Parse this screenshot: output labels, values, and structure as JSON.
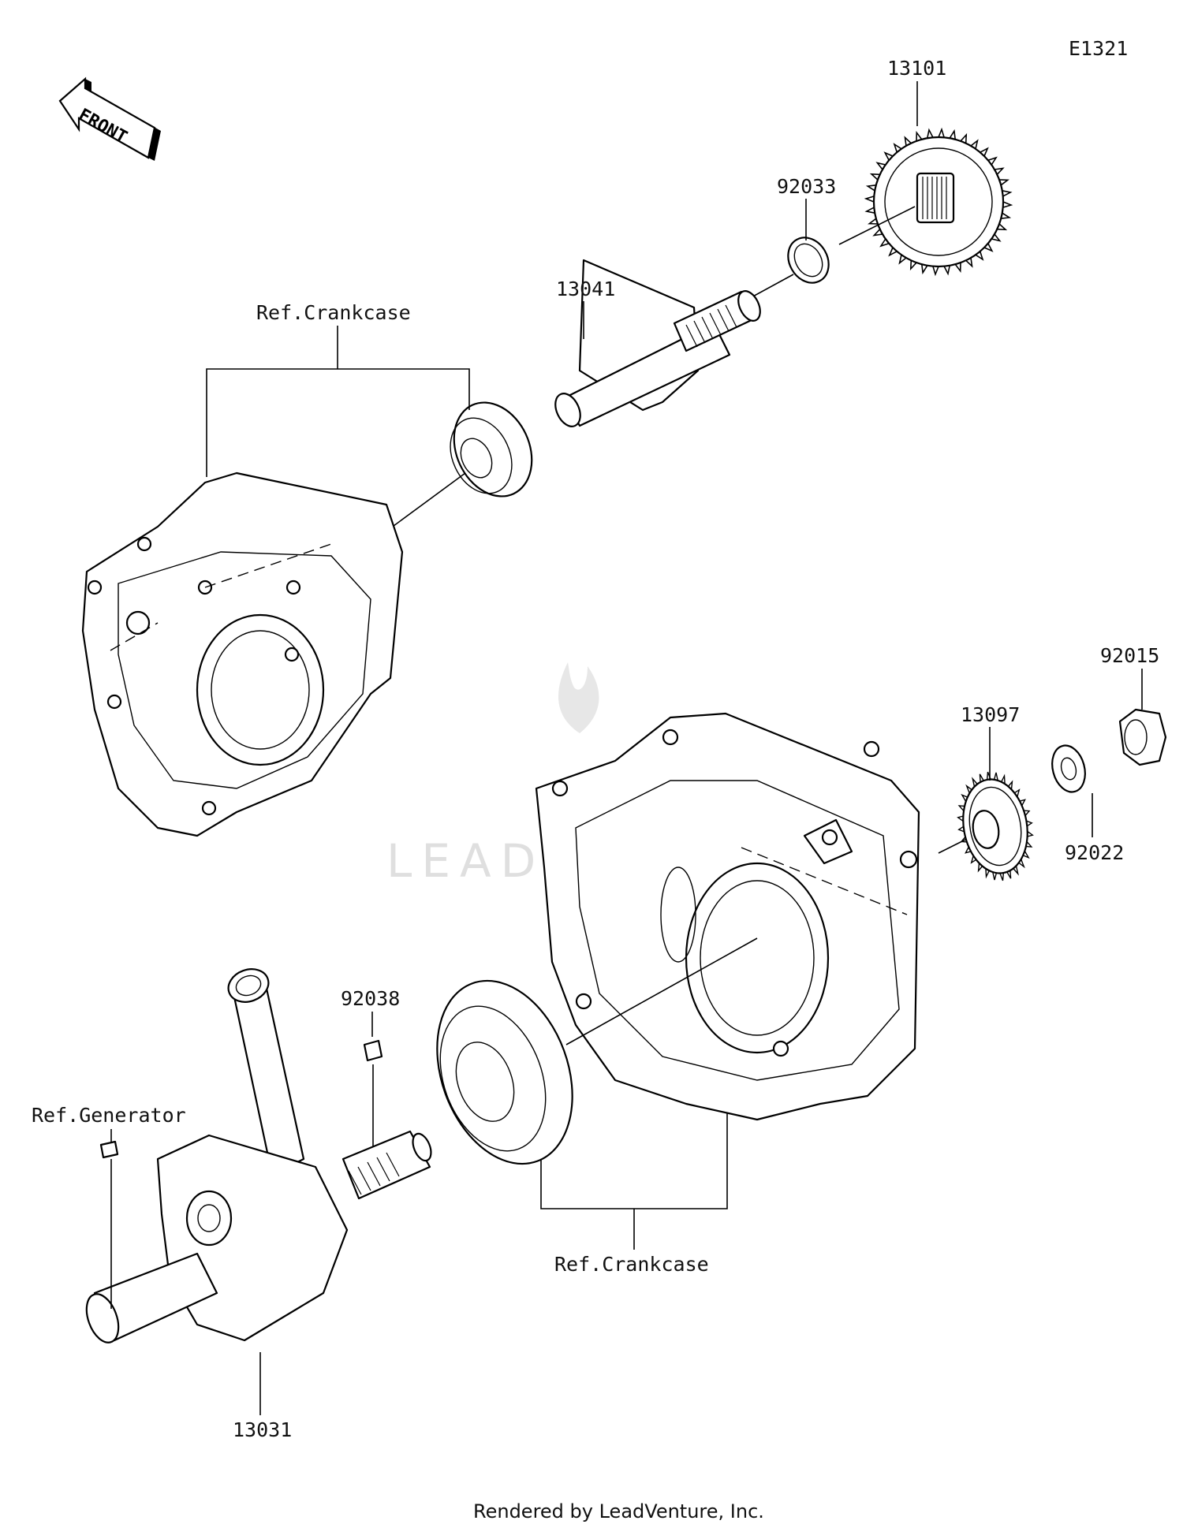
{
  "diagram": {
    "code": "E1321",
    "front_label": "FRONT",
    "watermark": "LEADVENTURE",
    "footer": "Rendered by LeadVenture, Inc.",
    "part_numbers": {
      "gear_13101": "13101",
      "ring_92033": "92033",
      "shaft_13041": "13041",
      "gear_13097": "13097",
      "nut_92015": "92015",
      "washer_92022": "92022",
      "key_92038": "92038",
      "crankshaft_13031": "13031"
    },
    "references": {
      "crankcase_upper": "Ref.Crankcase",
      "crankcase_lower": "Ref.Crankcase",
      "generator": "Ref.Generator"
    }
  }
}
